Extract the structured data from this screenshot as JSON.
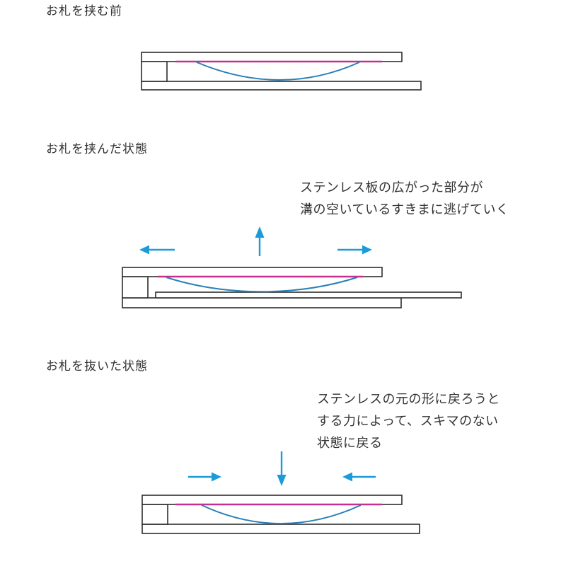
{
  "page": {
    "background": "#ffffff",
    "text_color": "#333333"
  },
  "colors": {
    "page_bg": "#ffffff",
    "text": "#333333",
    "outline": "#2d2d2d",
    "bill_line": "#c62f8d",
    "spring_curve": "#2a7fb8",
    "arrow": "#1b9cd8"
  },
  "sections": [
    {
      "id": "before-insert",
      "heading": "お札を挟む前"
    },
    {
      "id": "clamped",
      "heading": "お札を挟んだ状態",
      "note_lines": [
        "ステンレス板の広がった部分が",
        "溝の空いているすきまに逃げていく"
      ],
      "arrow_icons": [
        "arrow-left-icon",
        "arrow-up-icon",
        "arrow-right-icon"
      ]
    },
    {
      "id": "removed",
      "heading": "お札を抜いた状態",
      "note_lines": [
        "ステンレスの元の形に戻ろうと",
        "する力によって、スキマのない",
        "状態に戻る"
      ],
      "arrow_icons": [
        "arrow-right-icon",
        "arrow-down-icon",
        "arrow-left-icon"
      ]
    }
  ]
}
